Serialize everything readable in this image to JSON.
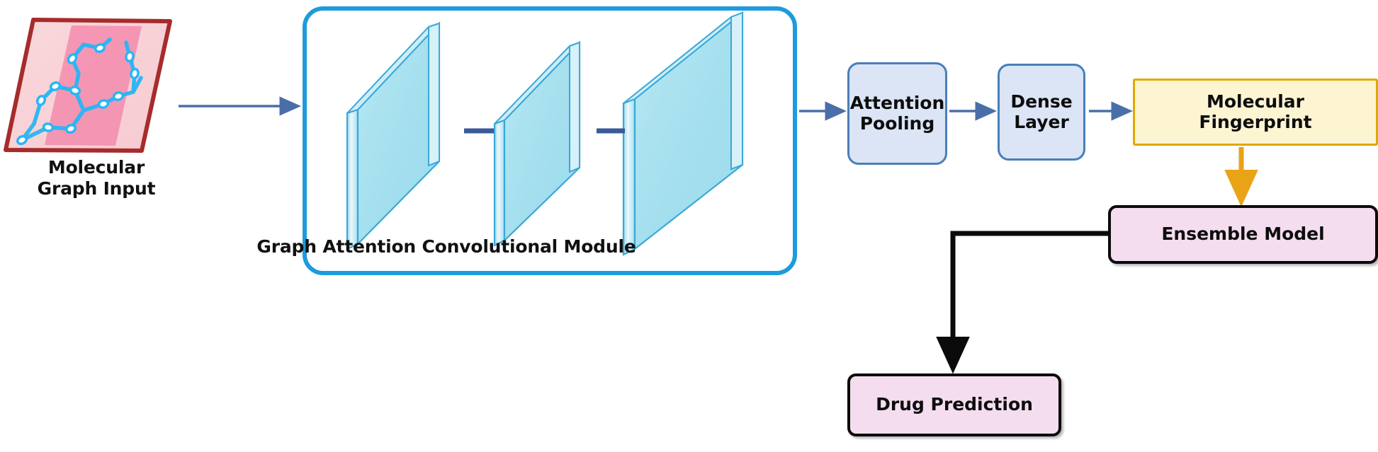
{
  "diagram": {
    "title": "Graph Attention Convolutional Drug Prediction Pipeline",
    "type": "flowchart"
  },
  "input": {
    "caption": "Molecular\nGraph Input",
    "plate_border_color": "#a62c2c",
    "plate_fill_color": "#f7cfd3",
    "plate_inner_color": "#f390b5",
    "molecule_color": "#29b6f6"
  },
  "gat_module": {
    "caption": "Graph Attention Convolutional Module",
    "border_color": "#1e9bdc",
    "layer_fill_color": "#a8e1ef",
    "layer_edge_color": "#3aa8d8",
    "layer_count": 3,
    "connector_color": "#3b5a9a"
  },
  "blocks": [
    {
      "id": "attention-pooling",
      "label": "Attention\nPooling",
      "fill": "#dbe5f5",
      "border": "#4a7ebb"
    },
    {
      "id": "dense-layer",
      "label": "Dense\nLayer",
      "fill": "#dbe5f5",
      "border": "#4a7ebb"
    },
    {
      "id": "molecular-fingerprint",
      "label": "Molecular\nFingerprint",
      "fill": "#fdf4d2",
      "border": "#e0a800"
    },
    {
      "id": "ensemble-model",
      "label": "Ensemble Model",
      "fill": "#f4ddef",
      "border": "#0b0b0b"
    },
    {
      "id": "drug-prediction",
      "label": "Drug Prediction",
      "fill": "#f4ddef",
      "border": "#0b0b0b"
    }
  ],
  "arrows": {
    "blue_color": "#4a6fa8",
    "orange_color": "#e8a317",
    "black_color": "#0b0b0b"
  }
}
